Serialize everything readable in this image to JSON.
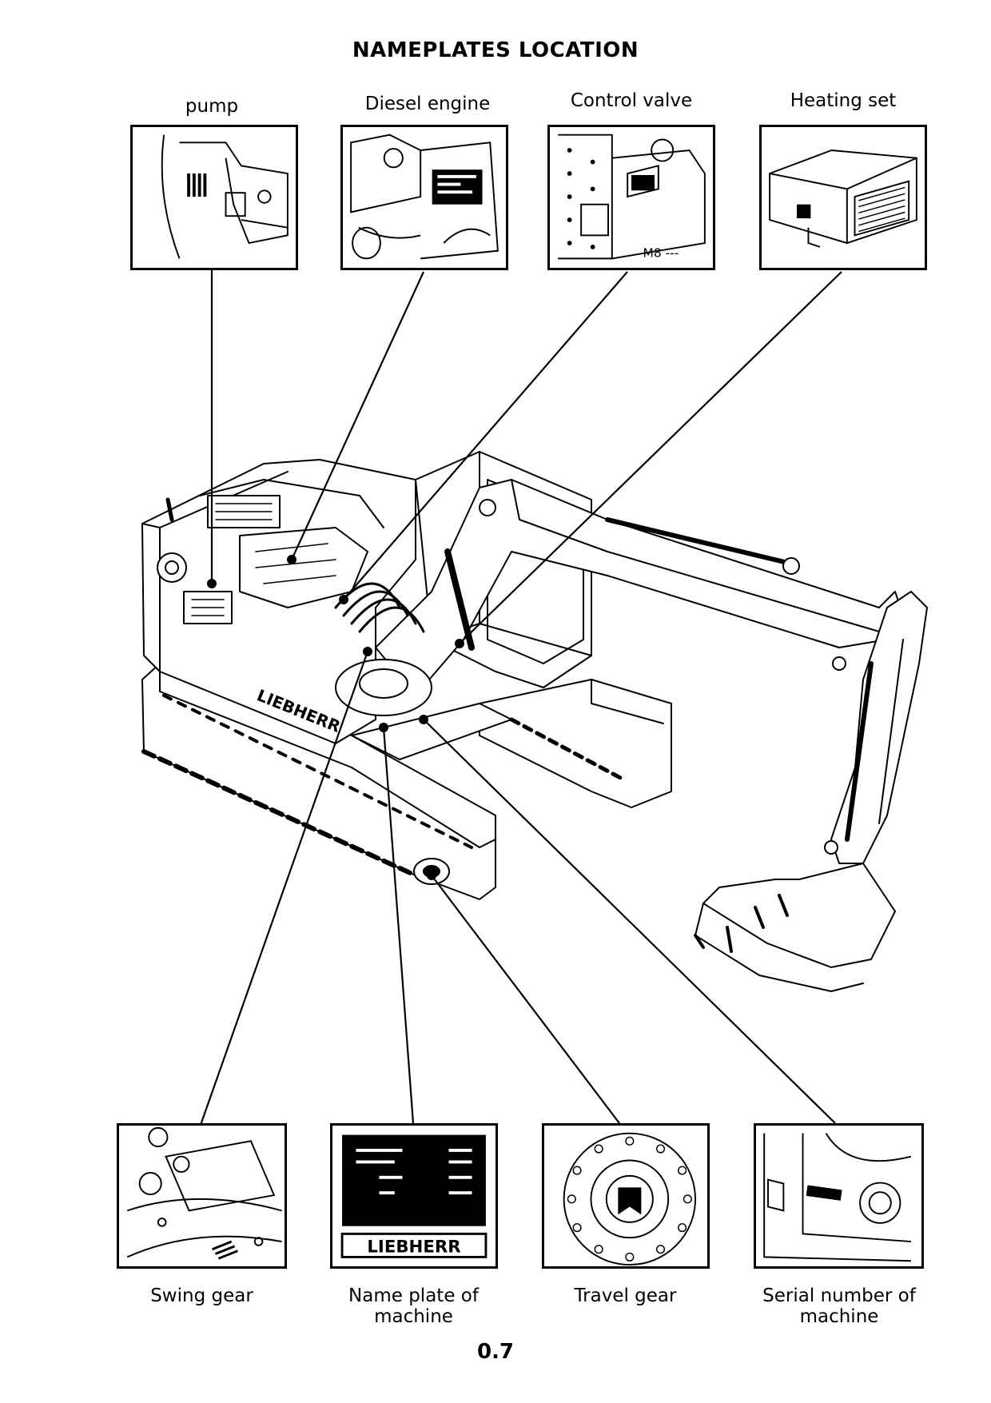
{
  "page": {
    "title": "NAMEPLATES LOCATION",
    "page_number": "0.7"
  },
  "top_callouts": [
    {
      "label": "pump"
    },
    {
      "label": "Diesel engine"
    },
    {
      "label": "Control valve",
      "detail_text": "M8 ---"
    },
    {
      "label": "Heating set"
    }
  ],
  "bottom_callouts": [
    {
      "label": "Swing gear"
    },
    {
      "label": "Name plate of machine"
    },
    {
      "label": "Travel gear"
    },
    {
      "label": "Serial number of machine"
    }
  ],
  "machine": {
    "brand": "LIEBHERR"
  }
}
